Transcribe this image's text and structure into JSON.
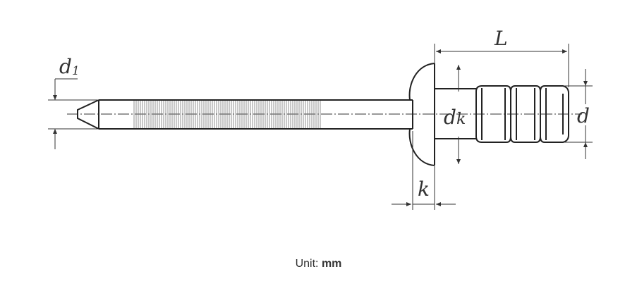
{
  "diagram": {
    "labels": {
      "d1": "d",
      "d1_sub": "1",
      "L": "L",
      "dk": "d",
      "dk_sub": "k",
      "d": "d",
      "k": "k"
    }
  },
  "caption": {
    "prefix": "Unit:",
    "unit": "mm"
  }
}
